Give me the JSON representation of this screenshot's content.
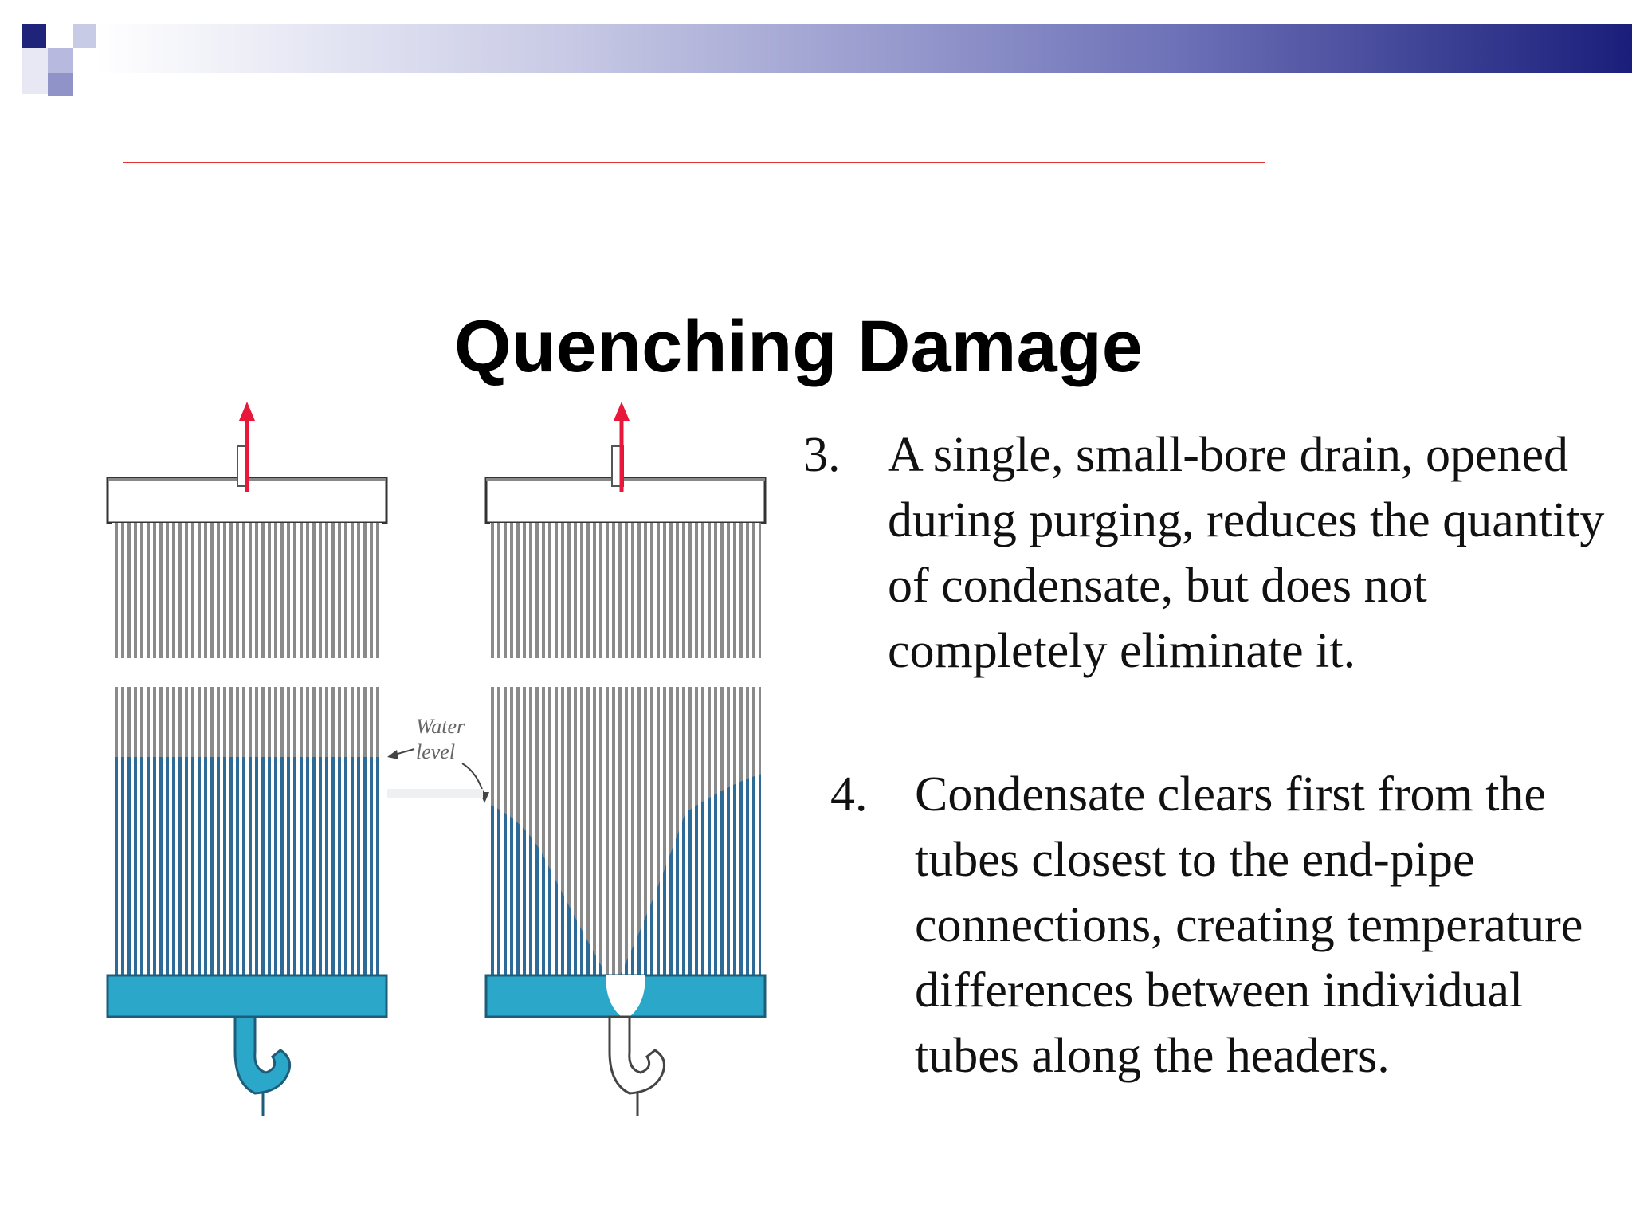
{
  "slide": {
    "title": "Quenching Damage",
    "colors": {
      "accent_rule": "#e0342e",
      "bar_dark": "#1f237a",
      "water": "#2aa7c9"
    }
  },
  "diagram": {
    "water_label": "Water level"
  },
  "items": [
    {
      "number": "3.",
      "text": "A single, small-bore drain, opened during purging, reduces the quantity of condensate, but does not completely eliminate it."
    },
    {
      "number": "4.",
      "text": "Condensate clears first from the tubes closest to the end-pipe connections, creating temperature differences between individual tubes along the headers."
    }
  ]
}
